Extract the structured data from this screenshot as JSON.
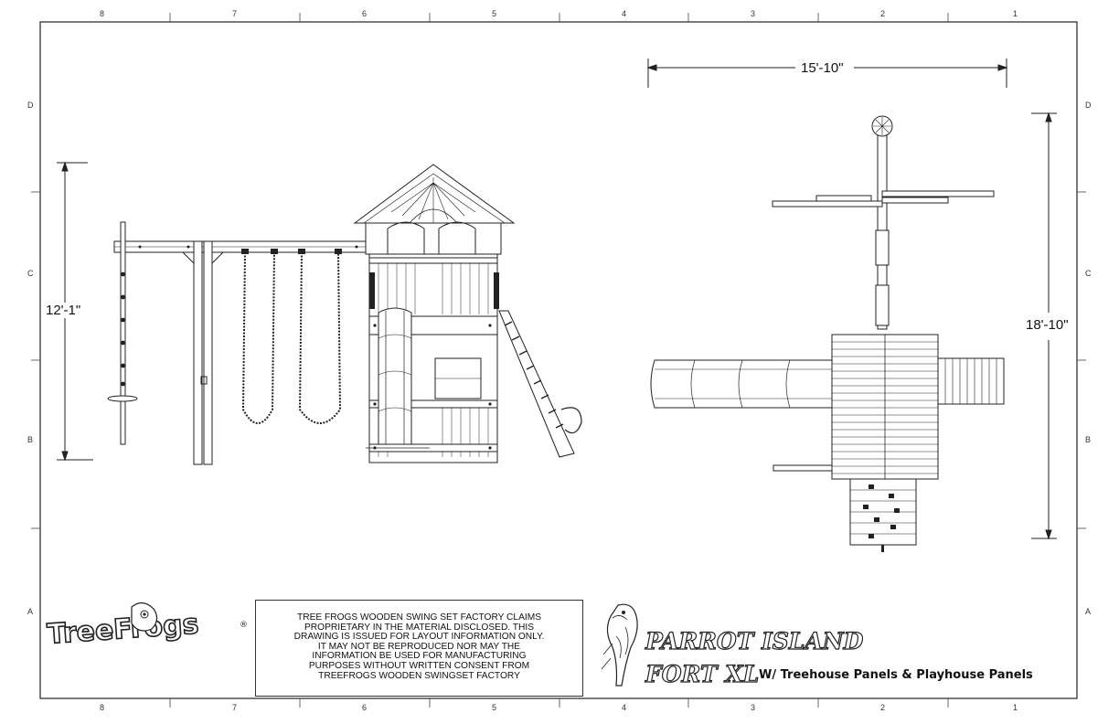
{
  "border": {
    "top_zones": [
      "8",
      "7",
      "6",
      "5",
      "4",
      "3",
      "2",
      "1"
    ],
    "bottom_zones": [
      "8",
      "7",
      "6",
      "5",
      "4",
      "3",
      "2",
      "1"
    ],
    "left_zones": [
      "D",
      "C",
      "B",
      "A"
    ],
    "right_zones": [
      "D",
      "C",
      "B",
      "A"
    ]
  },
  "dimensions": {
    "front_height": "12'-1\"",
    "plan_width": "15'-10\"",
    "plan_depth": "18'-10\""
  },
  "notice": {
    "lines": [
      "TREE FROGS WOODEN SWING SET FACTORY CLAIMS",
      "PROPRIETARY IN THE MATERIAL DISCLOSED. THIS",
      "DRAWING IS ISSUED FOR LAYOUT INFORMATION ONLY.",
      "IT MAY NOT BE REPRODUCED NOR MAY THE",
      "INFORMATION BE USED FOR MANUFACTURING",
      "PURPOSES WITHOUT WRITTEN CONSENT FROM",
      "TREEFROGS WOODEN SWINGSET FACTORY"
    ]
  },
  "logo": {
    "text": "TreeFrogs",
    "registered": "®"
  },
  "title_block": {
    "product_line1": "PARROT ISLAND",
    "product_line2": "FORT XL",
    "subtitle": "W/ Treehouse Panels & Playhouse Panels"
  }
}
